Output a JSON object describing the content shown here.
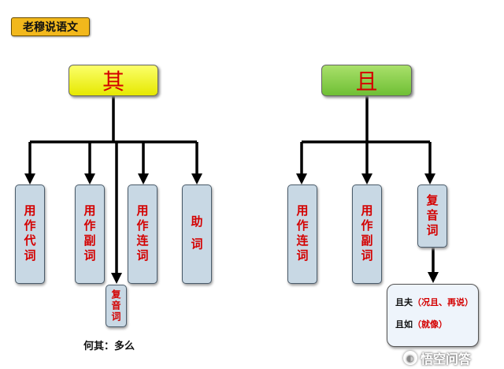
{
  "badge": "老穆说语文",
  "left_tree": {
    "root": "其",
    "children": [
      "用作代词",
      "用作副词",
      "复音词",
      "用作连词",
      "助 词"
    ],
    "note": "何其：多么"
  },
  "right_tree": {
    "root": "且",
    "children": [
      "用作连词",
      "用作副词",
      "复音词"
    ],
    "examples": [
      {
        "head": "且夫",
        "paren": "（况且、再说）"
      },
      {
        "head": "且如",
        "paren": "（就像）"
      }
    ]
  },
  "watermark": "悟空问答"
}
